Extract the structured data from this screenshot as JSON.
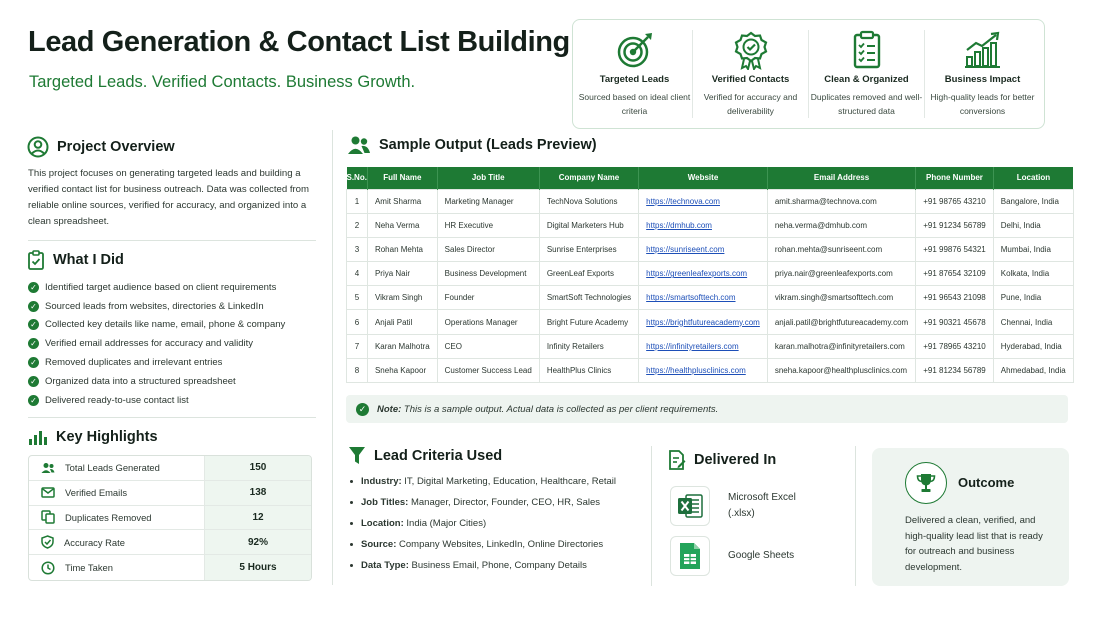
{
  "header": {
    "title": "Lead Generation & Contact List Building",
    "subtitle": "Targeted Leads. Verified Contacts. Business Growth."
  },
  "features": [
    {
      "icon": "target-icon",
      "title": "Targeted Leads",
      "desc": "Sourced based on ideal client criteria"
    },
    {
      "icon": "verified-badge-icon",
      "title": "Verified Contacts",
      "desc": "Verified for accuracy and deliverability"
    },
    {
      "icon": "clipboard-checklist-icon",
      "title": "Clean & Organized",
      "desc": "Duplicates removed and well-structured data"
    },
    {
      "icon": "growth-chart-icon",
      "title": "Business Impact",
      "desc": "High-quality leads for better conversions"
    }
  ],
  "overview": {
    "title": "Project Overview",
    "text": "This project focuses on generating targeted leads and building a verified contact list for business outreach. Data was collected from reliable online sources, verified for accuracy, and organized into a clean spreadsheet."
  },
  "what_i_did": {
    "title": "What I Did",
    "items": [
      "Identified target audience based on client requirements",
      "Sourced leads from websites, directories & LinkedIn",
      "Collected key details like name, email, phone & company",
      "Verified email addresses for accuracy and validity",
      "Removed duplicates and irrelevant entries",
      "Organized data into a structured spreadsheet",
      "Delivered ready-to-use contact list"
    ]
  },
  "highlights": {
    "title": "Key Highlights",
    "rows": [
      {
        "icon": "users-icon",
        "label": "Total Leads Generated",
        "value": "150"
      },
      {
        "icon": "envelope-icon",
        "label": "Verified Emails",
        "value": "138"
      },
      {
        "icon": "copy-icon",
        "label": "Duplicates Removed",
        "value": "12"
      },
      {
        "icon": "shield-check-icon",
        "label": "Accuracy Rate",
        "value": "92%"
      },
      {
        "icon": "clock-icon",
        "label": "Time Taken",
        "value": "5 Hours"
      }
    ]
  },
  "sample": {
    "title": "Sample Output (Leads Preview)",
    "columns": [
      "S.No.",
      "Full Name",
      "Job Title",
      "Company Name",
      "Website",
      "Email Address",
      "Phone Number",
      "Location"
    ],
    "rows": [
      [
        "1",
        "Amit Sharma",
        "Marketing Manager",
        "TechNova Solutions",
        "https://technova.com",
        "amit.sharma@technova.com",
        "+91 98765 43210",
        "Bangalore, India"
      ],
      [
        "2",
        "Neha Verma",
        "HR Executive",
        "Digital Marketers Hub",
        "https://dmhub.com",
        "neha.verma@dmhub.com",
        "+91 91234 56789",
        "Delhi, India"
      ],
      [
        "3",
        "Rohan Mehta",
        "Sales Director",
        "Sunrise Enterprises",
        "https://sunriseent.com",
        "rohan.mehta@sunriseent.com",
        "+91 99876 54321",
        "Mumbai, India"
      ],
      [
        "4",
        "Priya Nair",
        "Business Development",
        "GreenLeaf Exports",
        "https://greenleafexports.com",
        "priya.nair@greenleafexports.com",
        "+91 87654 32109",
        "Kolkata, India"
      ],
      [
        "5",
        "Vikram Singh",
        "Founder",
        "SmartSoft Technologies",
        "https://smartsofttech.com",
        "vikram.singh@smartsofttech.com",
        "+91 96543 21098",
        "Pune, India"
      ],
      [
        "6",
        "Anjali Patil",
        "Operations Manager",
        "Bright Future Academy",
        "https://brightfutureacademy.com",
        "anjali.patil@brightfutureacademy.com",
        "+91 90321 45678",
        "Chennai, India"
      ],
      [
        "7",
        "Karan Malhotra",
        "CEO",
        "Infinity Retailers",
        "https://infinityretailers.com",
        "karan.malhotra@infinityretailers.com",
        "+91 78965 43210",
        "Hyderabad, India"
      ],
      [
        "8",
        "Sneha Kapoor",
        "Customer Success Lead",
        "HealthPlus Clinics",
        "https://healthplusclinics.com",
        "sneha.kapoor@healthplusclinics.com",
        "+91 81234 56789",
        "Ahmedabad, India"
      ]
    ],
    "note_label": "Note:",
    "note_text": "This is a sample output. Actual data is collected as per client requirements."
  },
  "criteria": {
    "title": "Lead Criteria Used",
    "items": [
      {
        "key": "Industry:",
        "value": "IT, Digital Marketing, Education, Healthcare, Retail"
      },
      {
        "key": "Job Titles:",
        "value": "Manager, Director, Founder, CEO, HR, Sales"
      },
      {
        "key": "Location:",
        "value": "India (Major Cities)"
      },
      {
        "key": "Source:",
        "value": "Company Websites, LinkedIn, Online Directories"
      },
      {
        "key": "Data Type:",
        "value": "Business Email, Phone, Company Details"
      }
    ]
  },
  "delivered": {
    "title": "Delivered In",
    "excel_line1": "Microsoft Excel",
    "excel_line2": "(.xlsx)",
    "sheets": "Google Sheets"
  },
  "outcome": {
    "title": "Outcome",
    "text": "Delivered a clean, verified, and high-quality lead list that is ready for outreach and business development."
  },
  "colors": {
    "accent": "#1e7a34",
    "link": "#1d4fb8",
    "panel": "#eef4f0"
  }
}
